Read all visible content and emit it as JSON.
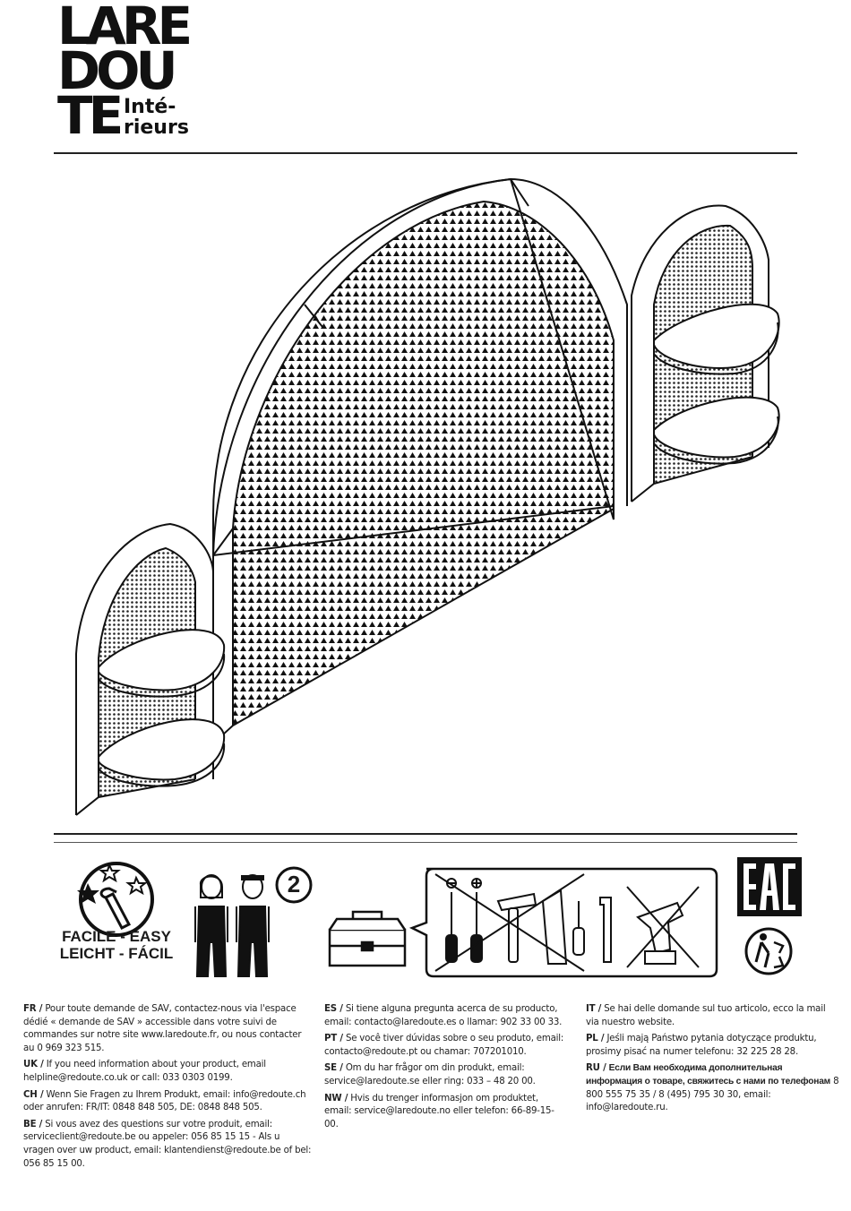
{
  "brand": {
    "logo_line1": "LARE",
    "logo_line2": "DOU",
    "logo_line3": "TE",
    "logo_sub1": "Inté-",
    "logo_sub2": "rieurs"
  },
  "icons": {
    "difficulty_line1": "FACILE - EASY",
    "difficulty_line2": "LEICHT - FÁCIL",
    "people_count": "2",
    "certification": "EAC"
  },
  "contacts": [
    {
      "code": "FR /",
      "text": "Pour toute demande de SAV, contactez-nous via l'espace dédié « demande de SAV » accessible dans votre suivi de commandes sur notre site www.laredoute.fr, ou nous contacter au 0 969 323 515."
    },
    {
      "code": "UK /",
      "text": "If you need information about your product, email helpline@redoute.co.uk or call: 033 0303 0199."
    },
    {
      "code": "CH /",
      "text": "Wenn Sie Fragen zu Ihrem Produkt, email: info@redoute.ch oder anrufen: FR/IT: 0848 848 505, DE: 0848 848 505."
    },
    {
      "code": "BE /",
      "text": "Si vous avez des questions sur votre produit, email: serviceclient@redoute.be ou appeler: 056 85 15 15 - Als u vragen over uw product, email: klantendienst@redoute.be of bel: 056 85 15 00."
    },
    {
      "code": "ES /",
      "text": "Si tiene alguna pregunta acerca de su producto, email: contacto@laredoute.es o llamar: 902 33 00 33."
    },
    {
      "code": "PT /",
      "text": "Se você tiver dúvidas sobre o seu produto, email: contacto@redoute.pt ou chamar: 707201010."
    },
    {
      "code": "SE /",
      "text": "Om du har frågor om din produkt, email: service@laredoute.se eller ring: 033 – 48 20 00."
    },
    {
      "code": "NW /",
      "text": "Hvis du trenger informasjon om produktet, email: service@laredoute.no eller telefon: 66-89-15-00."
    },
    {
      "code": "IT /",
      "text": "Se hai delle domande sul tuo articolo, ecco la mail via nuestro website."
    },
    {
      "code": "PL /",
      "text": "Jeśli mają Państwo pytania dotyczące produktu, prosimy pisać na numer telefonu: 32 225 28 28."
    },
    {
      "code": "RU /",
      "text": "Если Вам необходима дополнительная информация о товаре, свяжитесь с нами по телефонам",
      "tail": "8 800 555 75 35 / 8 (495) 795 30 30, email: info@laredoute.ru."
    }
  ]
}
